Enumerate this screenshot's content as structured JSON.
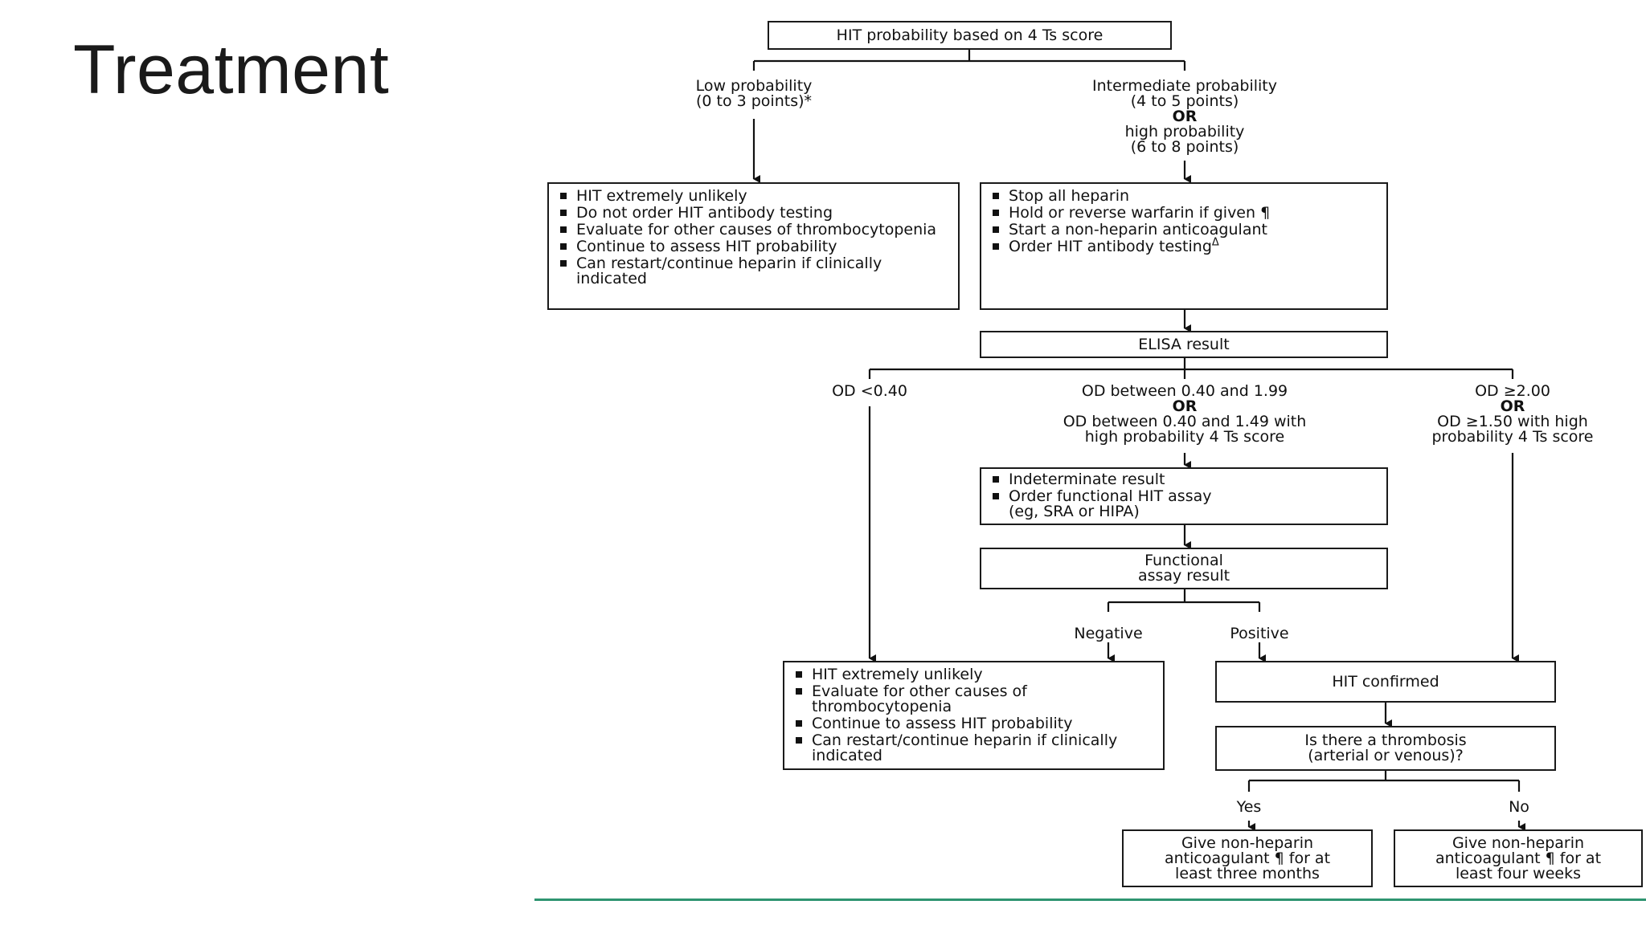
{
  "slide": {
    "title": "Treatment"
  },
  "flowchart": {
    "top": {
      "label": "HIT probability based on 4 Ts score"
    },
    "low_branch": {
      "line1": "Low probability",
      "line2": "(0 to 3 points)*"
    },
    "int_branch": {
      "line1": "Intermediate probability",
      "line2": "(4 to 5 points)",
      "or": "OR",
      "line3": "high probability",
      "line4": "(6 to 8 points)"
    },
    "low_box": {
      "items": [
        "HIT extremely unlikely",
        "Do not order HIT antibody testing",
        "Evaluate for other causes of thrombocytopenia",
        "Continue to assess HIT probability",
        "Can restart/continue heparin if clinically indicated"
      ]
    },
    "int_box": {
      "items": [
        "Stop all heparin",
        "Hold or reverse warfarin if given ¶",
        "Start a non-heparin anticoagulant",
        "Order HIT antibody testing"
      ],
      "delta_mark": "Δ"
    },
    "elisa": {
      "label": "ELISA result"
    },
    "od_low": {
      "label": "OD <0.40"
    },
    "od_mid": {
      "line1": "OD between 0.40 and 1.99",
      "or": "OR",
      "line2": "OD between 0.40 and 1.49 with",
      "line3": "high probability 4 Ts score"
    },
    "od_high": {
      "line1": "OD ≥2.00",
      "or": "OR",
      "line2": "OD ≥1.50 with high",
      "line3": "probability 4 Ts score"
    },
    "indeterminate_box": {
      "items": [
        "Indeterminate result",
        "Order functional HIT assay (eg, SRA or HIPA)"
      ]
    },
    "functional": {
      "line1": "Functional",
      "line2": "assay result"
    },
    "negative": {
      "label": "Negative"
    },
    "positive": {
      "label": "Positive"
    },
    "unlikely_box": {
      "items": [
        "HIT extremely unlikely",
        "Evaluate for other causes of thrombocytopenia",
        "Continue to assess HIT probability",
        "Can restart/continue heparin if clinically indicated"
      ]
    },
    "confirmed": {
      "label": "HIT confirmed"
    },
    "thrombosis": {
      "line1": "Is there a thrombosis",
      "line2": "(arterial or venous)?"
    },
    "yes": {
      "label": "Yes"
    },
    "no": {
      "label": "No"
    },
    "yes_box": {
      "line1": "Give non-heparin",
      "line2": "anticoagulant ¶ for at",
      "line3": "least three months"
    },
    "no_box": {
      "line1": "Give non-heparin",
      "line2": "anticoagulant ¶ for at",
      "line3": "least four weeks"
    }
  },
  "colors": {
    "rule": "#2e9470",
    "ink": "#1a1a1a"
  }
}
